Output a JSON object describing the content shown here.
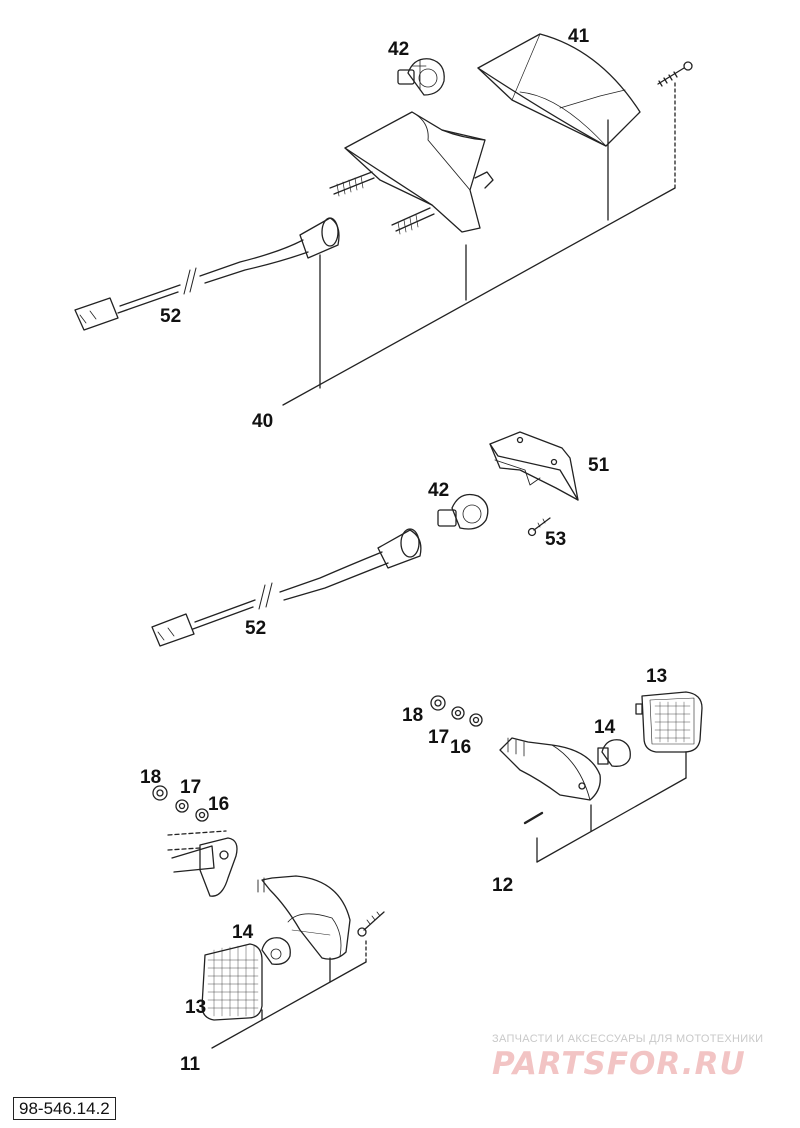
{
  "callouts": {
    "c40": "40",
    "c41": "41",
    "c42_top": "42",
    "c52_top": "52",
    "c51": "51",
    "c42_mid": "42",
    "c53": "53",
    "c52_mid": "52",
    "c13_right": "13",
    "c18_right": "18",
    "c14_right": "14",
    "c17_right": "17",
    "c16_right": "16",
    "c12": "12",
    "c18_left": "18",
    "c17_left": "17",
    "c16_left": "16",
    "c14_left": "14",
    "c13_left": "13",
    "c11": "11"
  },
  "reference_number": "98-546.14.2",
  "watermark": {
    "subtitle": "ЗАПЧАСТИ И АКСЕССУАРЫ ДЛЯ МОТОТЕХНИКИ",
    "logo": "PARTSFOR.RU"
  },
  "colors": {
    "line": "#222222",
    "watermark_red": "#f2c4c4",
    "watermark_gray": "#c9c9c9"
  }
}
